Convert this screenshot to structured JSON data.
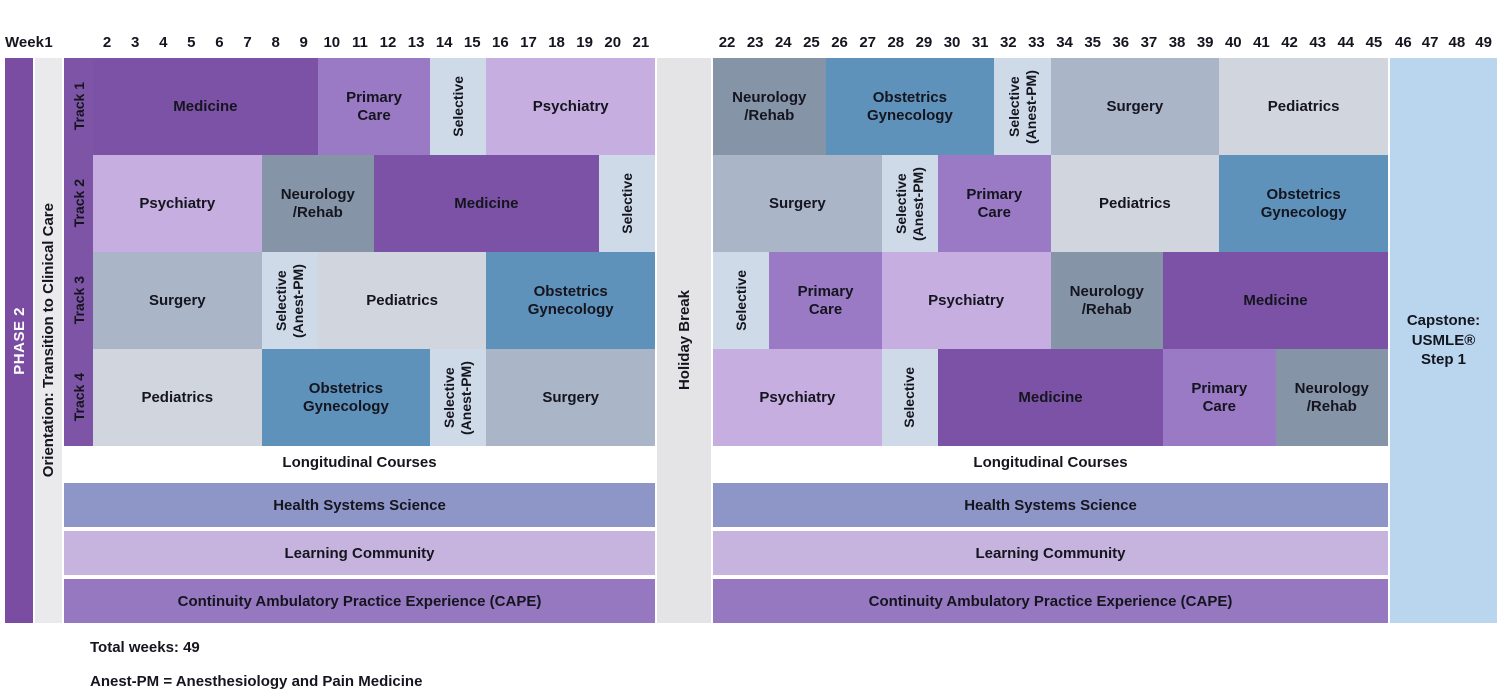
{
  "colors": {
    "phase": "#7A4DA2",
    "track_label": "#7E54A6",
    "orientation_bg": "#EAEAEC",
    "holiday_bg": "#E4E4E7",
    "capstone_bg": "#B9D6EE",
    "text": "#15151F",
    "medicine": "#7B52A5",
    "primary_care": "#9A7AC5",
    "psychiatry": "#C6AEE0",
    "selective": "#CEDAE8",
    "pediatrics": "#D0D5DE",
    "surgery": "#AAB5C8",
    "neurology_rehab": "#8694A8",
    "obgyn": "#5E92BA",
    "hss": "#8E96C8",
    "learning_community": "#C6B4DF",
    "cape": "#9678C0",
    "white": "#FFFFFF"
  },
  "header": {
    "week_label": "Week",
    "orientation_week": "1"
  },
  "phase_label": "PHASE 2",
  "orientation_label": "Orientation: Transition to Clinical Care",
  "holiday_label": "Holiday Break",
  "capstone_label": "Capstone: USMLE® Step 1",
  "footnotes": {
    "total": "Total weeks: 49",
    "abbreviation": "Anest-PM = Anesthesiology and Pain Medicine"
  },
  "chart_data": {
    "type": "table",
    "title": "Phase 2 clinical schedule by track and week",
    "total_weeks": 49,
    "week_numbers": {
      "orientation": [
        1
      ],
      "first_half": [
        2,
        3,
        4,
        5,
        6,
        7,
        8,
        9,
        10,
        11,
        12,
        13,
        14,
        15,
        16,
        17,
        18,
        19,
        20,
        21
      ],
      "second_half": [
        22,
        23,
        24,
        25,
        26,
        27,
        28,
        29,
        30,
        31,
        32,
        33,
        34,
        35,
        36,
        37,
        38,
        39,
        40,
        41,
        42,
        43,
        44,
        45
      ],
      "capstone": [
        46,
        47,
        48,
        49
      ]
    },
    "tracks": [
      {
        "label": "Track 1",
        "first_half": [
          {
            "name": "Medicine",
            "weeks": 8,
            "style": "medicine"
          },
          {
            "name": "Primary Care",
            "weeks": 4,
            "style": "primary_care"
          },
          {
            "name": "Selective",
            "weeks": 2,
            "style": "selective",
            "vertical": true
          },
          {
            "name": "Psychiatry",
            "weeks": 6,
            "style": "psychiatry"
          }
        ],
        "second_half": [
          {
            "name": "Neurology /Rehab",
            "weeks": 4,
            "style": "neurology_rehab"
          },
          {
            "name": "Obstetrics Gynecology",
            "weeks": 6,
            "style": "obgyn"
          },
          {
            "name": "Selective (Anest-PM)",
            "weeks": 2,
            "style": "selective",
            "vertical": true
          },
          {
            "name": "Surgery",
            "weeks": 6,
            "style": "surgery"
          },
          {
            "name": "Pediatrics",
            "weeks": 6,
            "style": "pediatrics"
          }
        ]
      },
      {
        "label": "Track 2",
        "first_half": [
          {
            "name": "Psychiatry",
            "weeks": 6,
            "style": "psychiatry"
          },
          {
            "name": "Neurology /Rehab",
            "weeks": 4,
            "style": "neurology_rehab"
          },
          {
            "name": "Medicine",
            "weeks": 8,
            "style": "medicine"
          },
          {
            "name": "Selective",
            "weeks": 2,
            "style": "selective",
            "vertical": true
          }
        ],
        "second_half": [
          {
            "name": "Surgery",
            "weeks": 6,
            "style": "surgery"
          },
          {
            "name": "Selective (Anest-PM)",
            "weeks": 2,
            "style": "selective",
            "vertical": true
          },
          {
            "name": "Primary Care",
            "weeks": 4,
            "style": "primary_care"
          },
          {
            "name": "Pediatrics",
            "weeks": 6,
            "style": "pediatrics"
          },
          {
            "name": "Obstetrics Gynecology",
            "weeks": 6,
            "style": "obgyn"
          }
        ]
      },
      {
        "label": "Track 3",
        "first_half": [
          {
            "name": "Surgery",
            "weeks": 6,
            "style": "surgery"
          },
          {
            "name": "Selective (Anest-PM)",
            "weeks": 2,
            "style": "selective",
            "vertical": true
          },
          {
            "name": "Pediatrics",
            "weeks": 6,
            "style": "pediatrics"
          },
          {
            "name": "Obstetrics Gynecology",
            "weeks": 6,
            "style": "obgyn"
          }
        ],
        "second_half": [
          {
            "name": "Selective",
            "weeks": 2,
            "style": "selective",
            "vertical": true
          },
          {
            "name": "Primary Care",
            "weeks": 4,
            "style": "primary_care"
          },
          {
            "name": "Psychiatry",
            "weeks": 6,
            "style": "psychiatry"
          },
          {
            "name": "Neurology /Rehab",
            "weeks": 4,
            "style": "neurology_rehab"
          },
          {
            "name": "Medicine",
            "weeks": 8,
            "style": "medicine"
          }
        ]
      },
      {
        "label": "Track 4",
        "first_half": [
          {
            "name": "Pediatrics",
            "weeks": 6,
            "style": "pediatrics"
          },
          {
            "name": "Obstetrics Gynecology",
            "weeks": 6,
            "style": "obgyn"
          },
          {
            "name": "Selective (Anest-PM)",
            "weeks": 2,
            "style": "selective",
            "vertical": true
          },
          {
            "name": "Surgery",
            "weeks": 6,
            "style": "surgery"
          }
        ],
        "second_half": [
          {
            "name": "Psychiatry",
            "weeks": 6,
            "style": "psychiatry"
          },
          {
            "name": "Selective",
            "weeks": 2,
            "style": "selective",
            "vertical": true
          },
          {
            "name": "Medicine",
            "weeks": 8,
            "style": "medicine"
          },
          {
            "name": "Primary Care",
            "weeks": 4,
            "style": "primary_care"
          },
          {
            "name": "Neurology /Rehab",
            "weeks": 4,
            "style": "neurology_rehab"
          }
        ]
      }
    ],
    "longitudinal_rows": [
      {
        "label": "Longitudinal Courses",
        "style": "white"
      },
      {
        "label": "Health Systems Science",
        "style": "hss"
      },
      {
        "label": "Learning Community",
        "style": "learning_community"
      },
      {
        "label": "Continuity Ambulatory Practice Experience (CAPE)",
        "style": "cape"
      }
    ]
  }
}
